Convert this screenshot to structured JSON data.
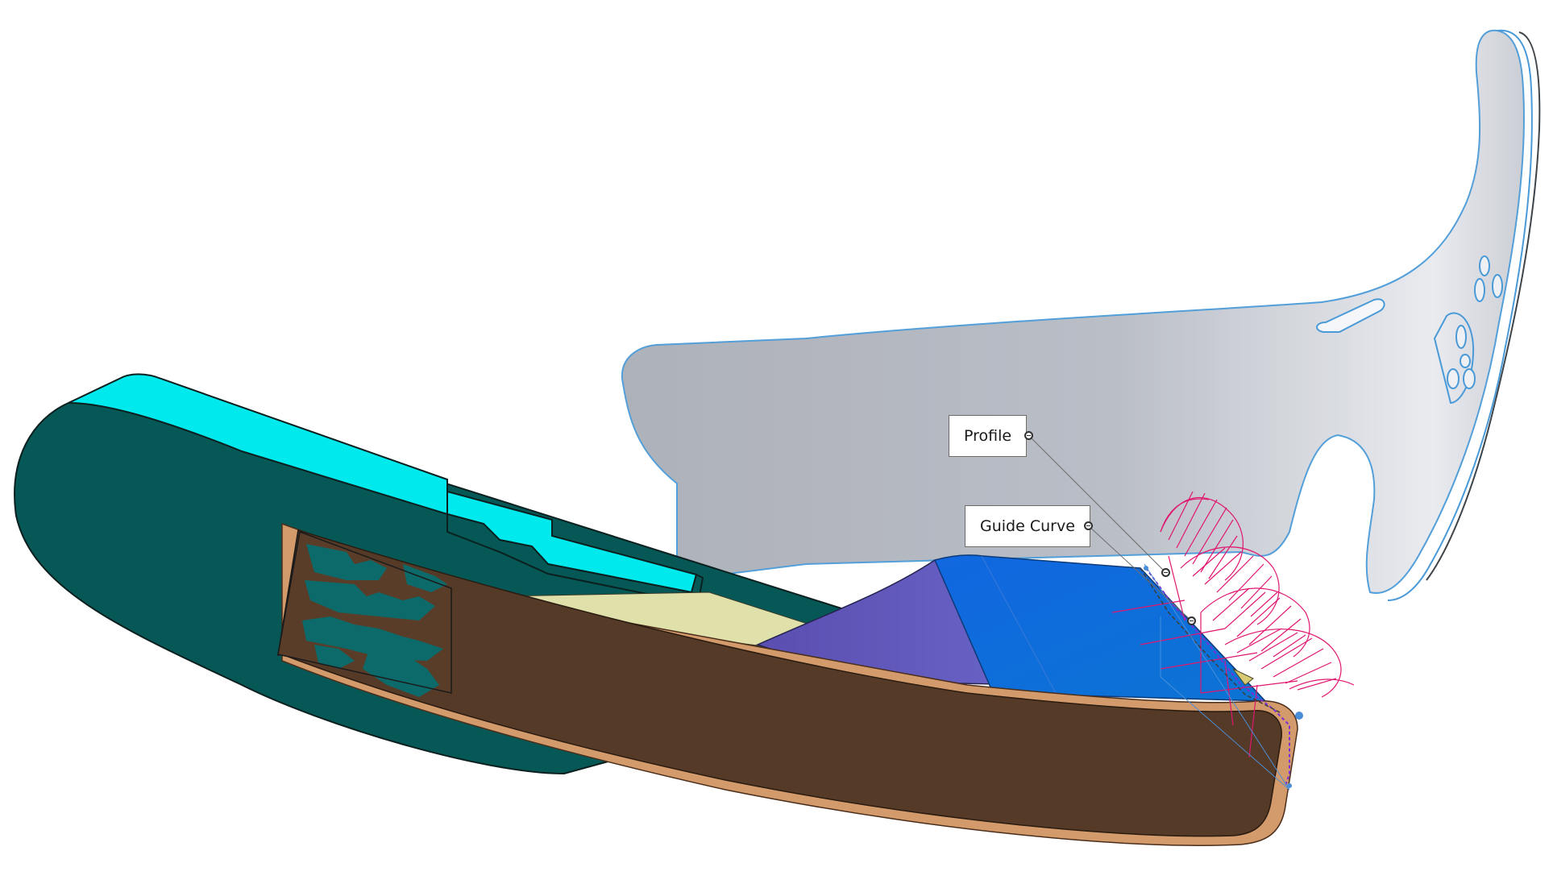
{
  "viewport": {
    "background_color": "#ffffff"
  },
  "callouts": {
    "profile": {
      "label": "Profile"
    },
    "guide_curve": {
      "label": "Guide Curve"
    }
  },
  "parts": [
    {
      "name": "frame-lens",
      "color": "#b2b6c0",
      "edge_color": "#4a9ad8"
    },
    {
      "name": "temple-arm",
      "color": "#055856",
      "top_color": "#00e9ec"
    },
    {
      "name": "brown-band",
      "color": "#553a27",
      "rim_color": "#d39b6c"
    },
    {
      "name": "teal-pattern",
      "color": "#0d6a6a"
    },
    {
      "name": "blue-surface",
      "color": "#0d72d8"
    },
    {
      "name": "purple-surface",
      "color": "#5c52b3"
    },
    {
      "name": "cream-surface",
      "color": "#e0e0aa"
    },
    {
      "name": "sweep-preview",
      "color": "#e0166f"
    }
  ]
}
